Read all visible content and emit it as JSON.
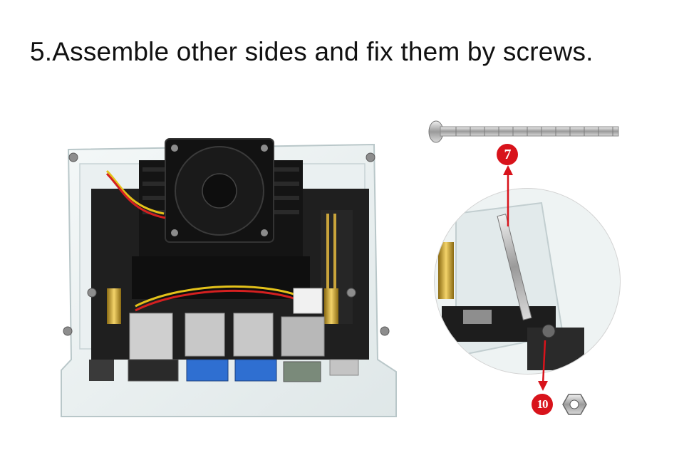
{
  "instruction": {
    "text": "5.Assemble other sides and fix them by screws."
  },
  "callouts": {
    "screw_label": "7",
    "nut_label": "10"
  },
  "colors": {
    "callout_red": "#d8131b",
    "acrylic_edge": "#c9d6d8",
    "board_black": "#1c1c1c"
  },
  "illustration": {
    "left_icon": "acrylic-case-with-fan-icon",
    "screw_icon": "long-screw-icon",
    "zoom_icon": "zoom-detail-icon",
    "nut_icon": "hex-nut-icon"
  }
}
